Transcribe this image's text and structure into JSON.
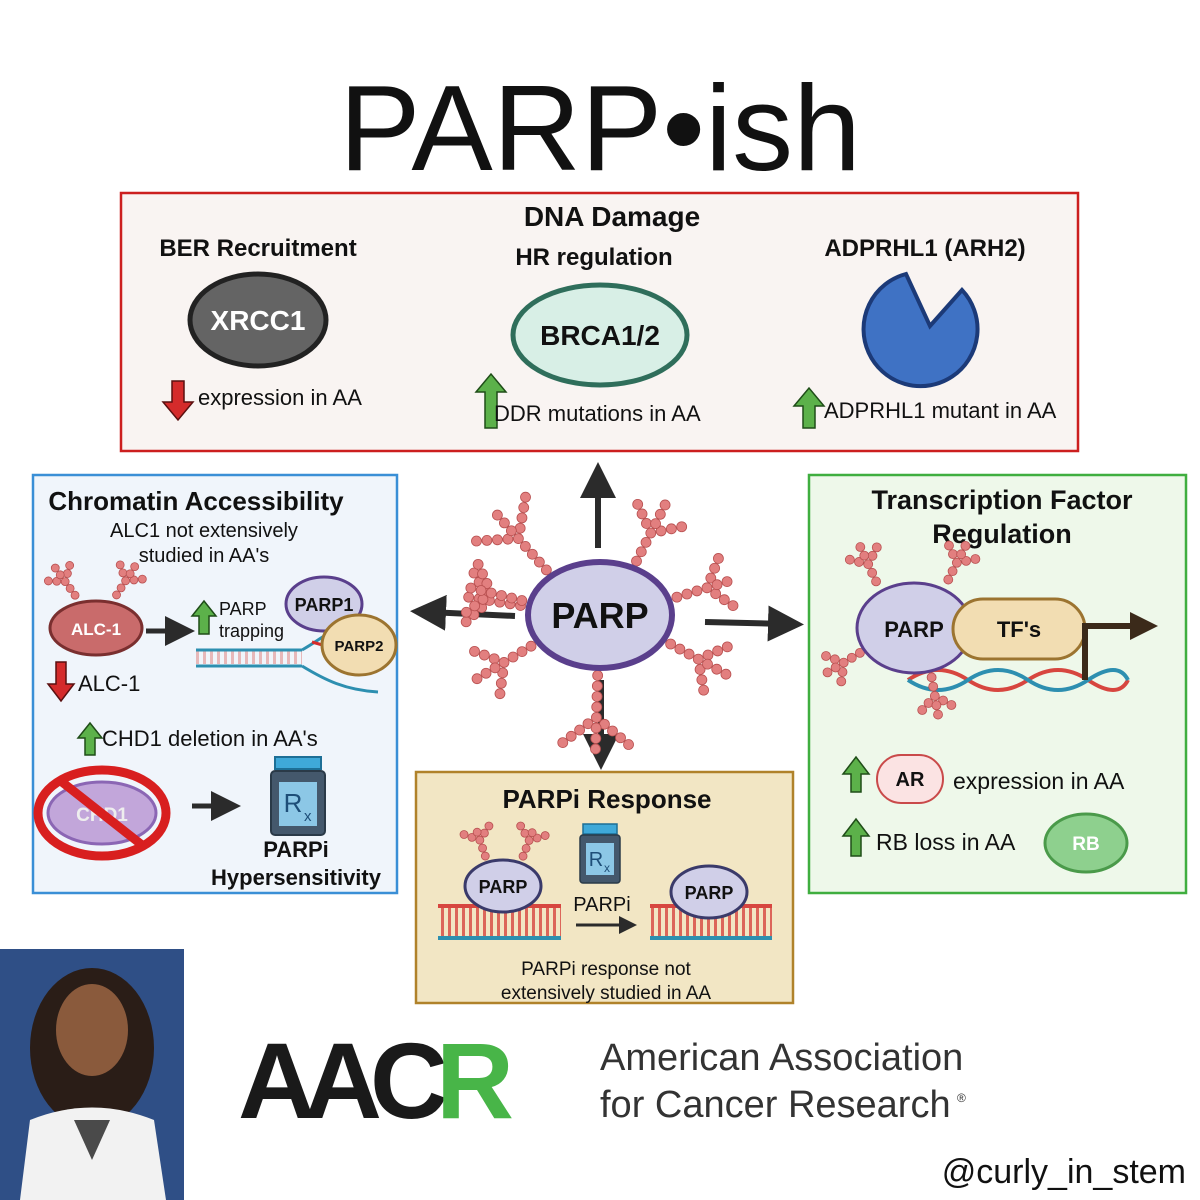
{
  "title": "PARP•ish",
  "colors": {
    "dna_box_border": "#cc1f1f",
    "dna_box_fill": "#f9f4f2",
    "chromatin_border": "#3a8fd6",
    "chromatin_fill": "#f0f5fb",
    "tf_border": "#3fae3f",
    "tf_fill": "#eef8ea",
    "response_border": "#b0822a",
    "response_fill": "#f2e6c4",
    "parp_fill": "#d0cfe8",
    "parp_stroke": "#5a3f8c",
    "par_chain": "#e27f7f",
    "up_arrow": "#5cb14a",
    "down_arrow": "#d42b2b",
    "aacr_black": "#1a1a1a",
    "aacr_green": "#48b548"
  },
  "dna_damage": {
    "header": "DNA Damage",
    "ber": {
      "label": "BER Recruitment",
      "protein": "XRCC1",
      "note": "expression in AA",
      "arrow": "down"
    },
    "hr": {
      "label": "HR regulation",
      "protein": "BRCA1/2",
      "note": "DDR mutations in AA",
      "arrow": "up"
    },
    "adprhl1": {
      "label": "ADPRHL1 (ARH2)",
      "note": "ADPRHL1 mutant in AA",
      "arrow": "up",
      "shape": "pacman-icon"
    }
  },
  "center": {
    "label": "PARP"
  },
  "chromatin": {
    "title": "Chromatin Accessibility",
    "subtitle_line1": "ALC1 not extensively",
    "subtitle_line2": "studied in AA's",
    "alc1_label": "ALC-1",
    "parp_trapping_line1": "PARP",
    "parp_trapping_line2": "trapping",
    "parp1": "PARP1",
    "parp2": "PARP2",
    "alc1_down": "ALC-1",
    "chd1_deletion": "CHD1 deletion in AA's",
    "chd1_label": "CHD1",
    "rx": "R",
    "hyper_line1": "PARPi",
    "hyper_line2": "Hypersensitivity"
  },
  "transcription": {
    "title_line1": "Transcription Factor",
    "title_line2": "Regulation",
    "parp": "PARP",
    "tfs": "TF's",
    "ar_label": "AR",
    "ar_note": "expression in AA",
    "rb_note": "RB loss in AA",
    "rb_label": "RB"
  },
  "response": {
    "title": "PARPi Response",
    "parp_left": "PARP",
    "parpi": "PARPi",
    "parp_right": "PARP",
    "rx": "R",
    "note_line1": "PARPi response not",
    "note_line2": "extensively studied in AA"
  },
  "aacr": {
    "logo_text": "AACR",
    "name_line1": "American Association",
    "name_line2": "for Cancer Research",
    "registered": "®"
  },
  "handle": "@curly_in_stem"
}
